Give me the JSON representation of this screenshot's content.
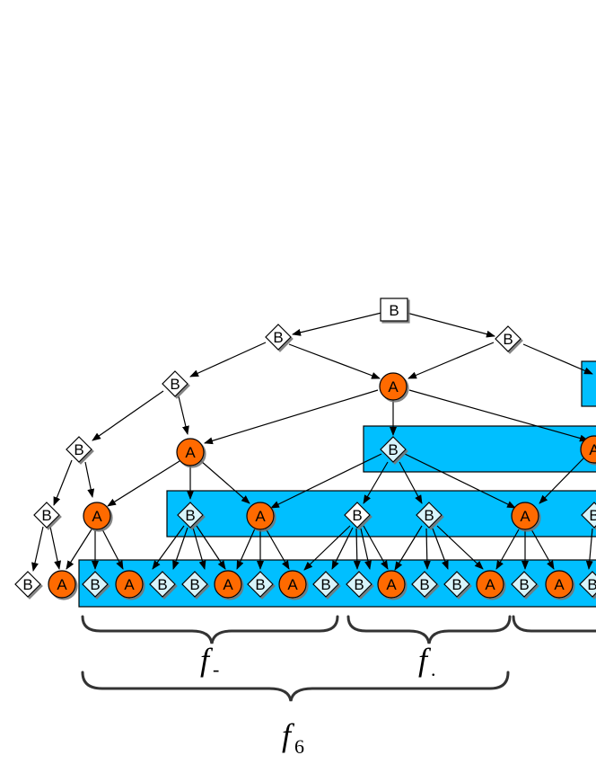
{
  "nodes": {
    "root": "B",
    "l1_left": "B",
    "l1_right": "B",
    "l1_a": "A",
    "l2_b": "B",
    "l2_a": "A",
    "l2_diamond": "B",
    "l2_a_right": "A",
    "l3_b": "B",
    "l3_a": "A",
    "l3_d1": "B",
    "l3_a2": "A",
    "l3_d2": "B",
    "l3_d3": "B",
    "l3_a3": "A",
    "l4_b": "B",
    "l4_a": "A",
    "leaf_b": "B",
    "leaf_a": "A"
  },
  "leaves": [
    "B",
    "A",
    "B",
    "A",
    "B",
    "B",
    "A",
    "B",
    "A",
    "B",
    "B",
    "A",
    "B",
    "B",
    "A",
    "B",
    "A",
    "B"
  ],
  "brackets": {
    "left_label": "f",
    "left_sub": "-",
    "middle_label": "f",
    "middle_sub": ".",
    "bottom_label": "f",
    "bottom_sub": "6"
  },
  "colors": {
    "box": "#00bfff",
    "a_node": "#ff6a00",
    "diamond_fill": "#d8f4fb",
    "edge": "#000000"
  }
}
